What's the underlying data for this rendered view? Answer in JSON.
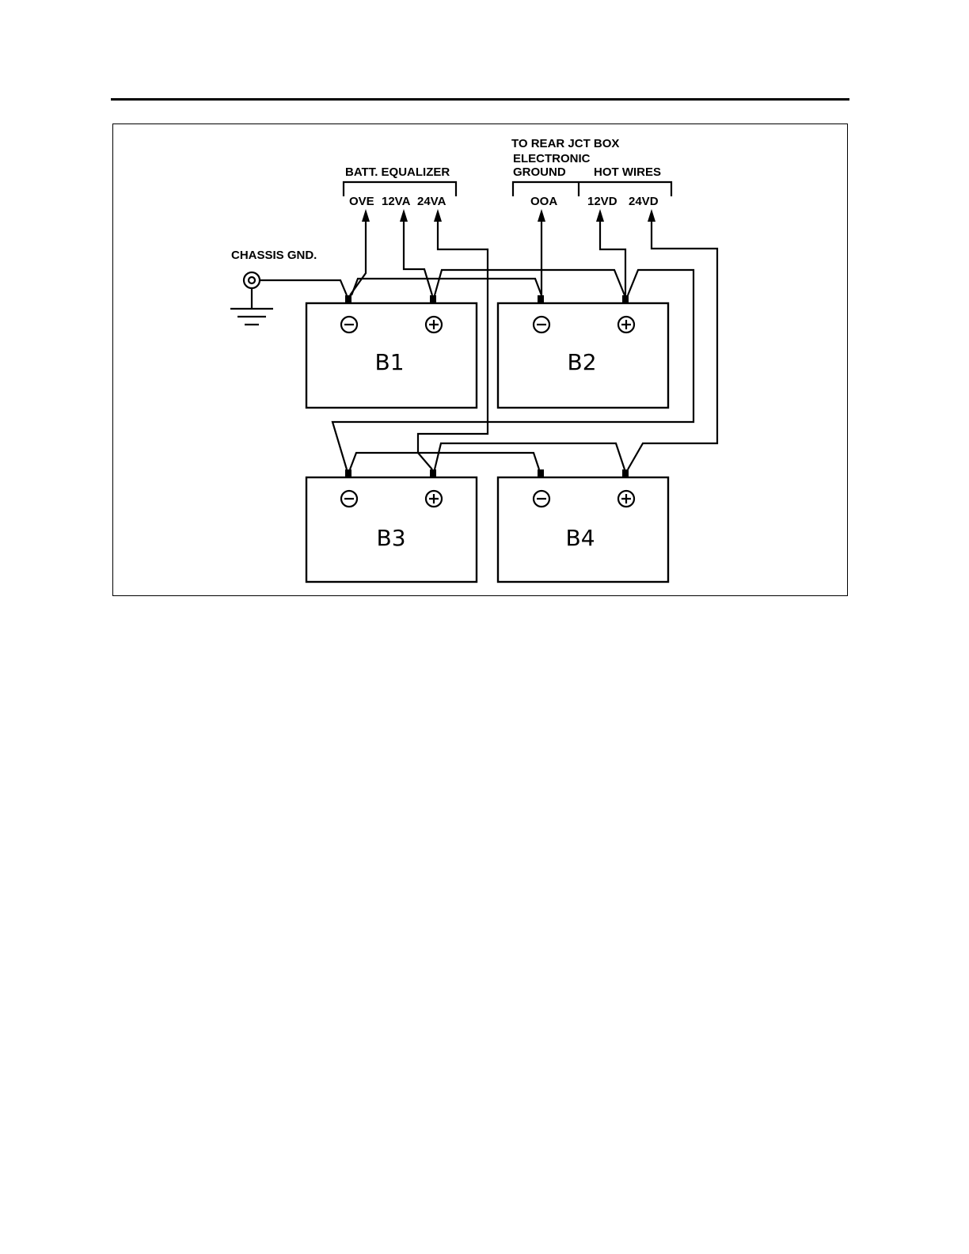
{
  "labels": {
    "batt_equalizer": "BATT. EQUALIZER",
    "to_rear_jct_box": "TO REAR JCT BOX",
    "electronic": "ELECTRONIC",
    "ground": "GROUND",
    "hot_wires": "HOT WIRES",
    "chassis_gnd": "CHASSIS GND."
  },
  "terminals": {
    "ove": "OVE",
    "v12a": "12VA",
    "v24a": "24VA",
    "ooa": "OOA",
    "v12d": "12VD",
    "v24d": "24VD"
  },
  "batteries": [
    {
      "name": "B1"
    },
    {
      "name": "B2"
    },
    {
      "name": "B3"
    },
    {
      "name": "B4"
    }
  ],
  "icons": [
    "negative-terminal-icon",
    "positive-terminal-icon",
    "ground-symbol-icon",
    "chassis-stud-icon"
  ]
}
